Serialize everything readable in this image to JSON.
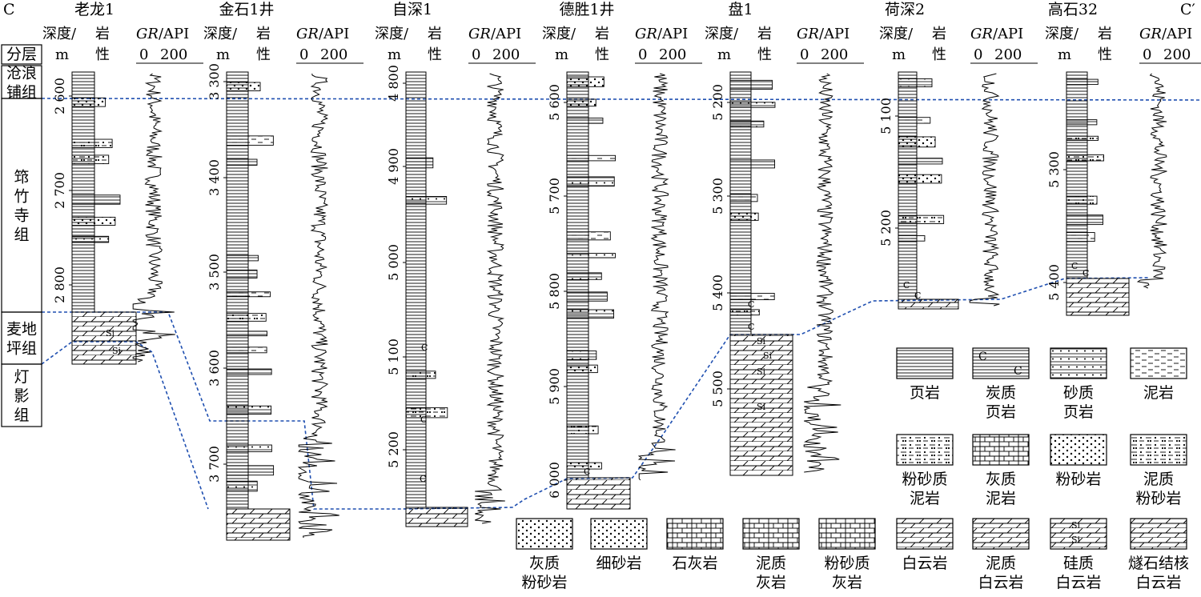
{
  "section": {
    "start_label": "C",
    "end_label": "C′"
  },
  "strata": {
    "header": "分层",
    "units": [
      {
        "name": "沧浪铺组",
        "lines": [
          "沧浪",
          "铺组"
        ]
      },
      {
        "name": "筇竹寺组",
        "lines": [
          "筇",
          "竹",
          "寺",
          "组"
        ]
      },
      {
        "name": "麦地坪组",
        "lines": [
          "麦地",
          "坪组"
        ]
      },
      {
        "name": "灯影组",
        "lines": [
          "灯",
          "影",
          "组"
        ]
      }
    ]
  },
  "column_headers": {
    "depth": "深度/",
    "depth_unit": "m",
    "lith_top": "岩",
    "lith_bottom": "性",
    "gr_italic": "GR",
    "gr_unit": "/API",
    "gr_min": "0",
    "gr_max": "200"
  },
  "wells": [
    {
      "name": "老龙1",
      "ticks": [
        "2 600",
        "2 700",
        "2 800"
      ]
    },
    {
      "name": "金石1井",
      "ticks": [
        "3 300",
        "3 400",
        "3 500",
        "3 600",
        "3 700"
      ]
    },
    {
      "name": "自深1",
      "ticks": [
        "4 800",
        "4 900",
        "5 000",
        "5 100",
        "5 200"
      ]
    },
    {
      "name": "德胜1井",
      "ticks": [
        "5 600",
        "5 700",
        "5 800",
        "5 900",
        "6 000"
      ]
    },
    {
      "name": "盘1",
      "ticks": [
        "5 200",
        "5 300",
        "5 400",
        "5 500"
      ]
    },
    {
      "name": "荷深2",
      "ticks": [
        "5 100",
        "5 200"
      ]
    },
    {
      "name": "高石32",
      "ticks": [
        "5 300",
        "5 400"
      ]
    }
  ],
  "legend": [
    {
      "key": "shale",
      "lines": [
        "页岩"
      ]
    },
    {
      "key": "carb_shale",
      "lines": [
        "炭质",
        "页岩"
      ]
    },
    {
      "key": "sandy_shale",
      "lines": [
        "砂质",
        "页岩"
      ]
    },
    {
      "key": "mudstone",
      "lines": [
        "泥岩"
      ]
    },
    {
      "key": "silty_mud",
      "lines": [
        "粉砂质",
        "泥岩"
      ]
    },
    {
      "key": "lime_mud",
      "lines": [
        "灰质",
        "泥岩"
      ]
    },
    {
      "key": "siltstone",
      "lines": [
        "粉砂岩"
      ]
    },
    {
      "key": "muddy_silt",
      "lines": [
        "泥质",
        "粉砂岩"
      ]
    },
    {
      "key": "lime_silt",
      "lines": [
        "灰质",
        "粉砂岩"
      ]
    },
    {
      "key": "fine_sand",
      "lines": [
        "细砂岩"
      ]
    },
    {
      "key": "limestone",
      "lines": [
        "石灰岩"
      ]
    },
    {
      "key": "muddy_lime",
      "lines": [
        "泥质",
        "灰岩"
      ]
    },
    {
      "key": "silty_lime",
      "lines": [
        "粉砂质",
        "灰岩"
      ]
    },
    {
      "key": "dolomite",
      "lines": [
        "白云岩"
      ]
    },
    {
      "key": "muddy_dolo",
      "lines": [
        "泥质",
        "白云岩"
      ]
    },
    {
      "key": "siliceous_dolo",
      "lines": [
        "硅质",
        "白云岩"
      ]
    },
    {
      "key": "chert_dolo",
      "lines": [
        "燧石结核",
        "白云岩"
      ]
    }
  ],
  "symbols": {
    "si": "Si",
    "c": "C"
  },
  "colors": {
    "ink": "#000000",
    "correlation": "#1f4fb0"
  }
}
